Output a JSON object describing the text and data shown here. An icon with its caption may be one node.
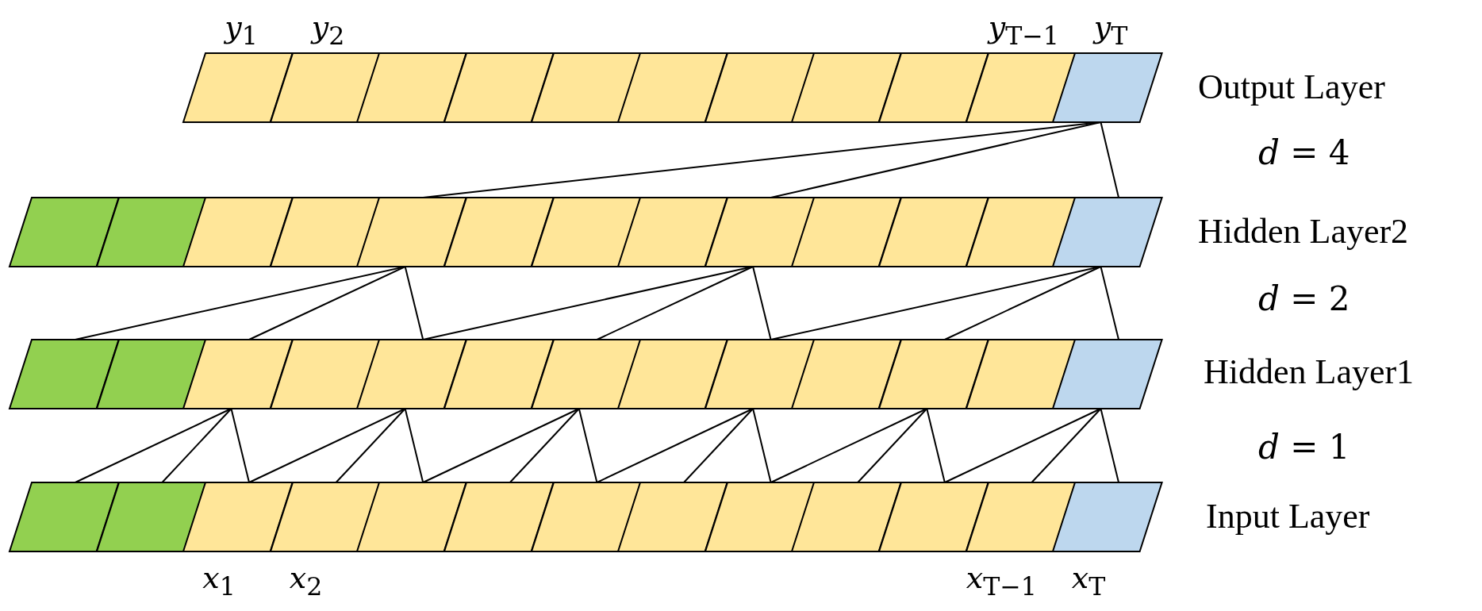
{
  "diagram": {
    "nodes": [
      {
        "text": [],
        "shape": "parallelogram",
        "beside": [
          "*y*$_{1}$"
        ]
      },
      {
        "text": [],
        "shape": "parallelogram",
        "beside": [
          "*y*$_{2}$"
        ]
      },
      {
        "text": [],
        "shape": "parallelogram"
      },
      {
        "text": [],
        "shape": "parallelogram"
      },
      {
        "text": [],
        "shape": "parallelogram"
      },
      {
        "text": [],
        "shape": "parallelogram"
      },
      {
        "text": [],
        "shape": "parallelogram"
      },
      {
        "text": [],
        "shape": "parallelogram"
      },
      {
        "text": [],
        "shape": "parallelogram"
      },
      {
        "text": [],
        "shape": "parallelogram",
        "beside": [
          "*y*$_{T−1}$"
        ]
      },
      {
        "text": [],
        "shape": "parallelogram",
        "beside": [
          "*y*$_{T}$"
        ]
      },
      {
        "text": [],
        "shape": "parallelogram"
      },
      {
        "text": [],
        "shape": "parallelogram"
      },
      {
        "text": [],
        "shape": "parallelogram"
      },
      {
        "text": [],
        "shape": "parallelogram"
      },
      {
        "text": [],
        "shape": "parallelogram"
      },
      {
        "text": [],
        "shape": "parallelogram"
      },
      {
        "text": [],
        "shape": "parallelogram"
      },
      {
        "text": [],
        "shape": "parallelogram"
      },
      {
        "text": [],
        "shape": "parallelogram"
      },
      {
        "text": [],
        "shape": "parallelogram"
      },
      {
        "text": [],
        "shape": "parallelogram"
      },
      {
        "text": [],
        "shape": "parallelogram"
      },
      {
        "text": [],
        "shape": "parallelogram"
      },
      {
        "text": [],
        "shape": "parallelogram"
      },
      {
        "text": [],
        "shape": "parallelogram"
      },
      {
        "text": [],
        "shape": "parallelogram"
      },
      {
        "text": [],
        "shape": "parallelogram"
      },
      {
        "text": [],
        "shape": "parallelogram"
      },
      {
        "text": [],
        "shape": "parallelogram"
      },
      {
        "text": [],
        "shape": "parallelogram"
      },
      {
        "text": [],
        "shape": "parallelogram"
      },
      {
        "text": [],
        "shape": "parallelogram"
      },
      {
        "text": [],
        "shape": "parallelogram"
      },
      {
        "text": [],
        "shape": "parallelogram"
      },
      {
        "text": [],
        "shape": "parallelogram"
      },
      {
        "text": [],
        "shape": "parallelogram"
      },
      {
        "text": [],
        "shape": "parallelogram"
      },
      {
        "text": [],
        "shape": "parallelogram"
      },
      {
        "text": [],
        "shape": "parallelogram",
        "beside": [
          "*x*$_{1}$"
        ]
      },
      {
        "text": [],
        "shape": "parallelogram",
        "beside": [
          "*x*$_{2}$"
        ]
      },
      {
        "text": [],
        "shape": "parallelogram"
      },
      {
        "text": [],
        "shape": "parallelogram"
      },
      {
        "text": [],
        "shape": "parallelogram"
      },
      {
        "text": [],
        "shape": "parallelogram"
      },
      {
        "text": [],
        "shape": "parallelogram"
      },
      {
        "text": [],
        "shape": "parallelogram"
      },
      {
        "text": [],
        "shape": "parallelogram"
      },
      {
        "text": [],
        "shape": "parallelogram",
        "beside": [
          "*x*$_{T−1}$"
        ]
      },
      {
        "text": [],
        "shape": "parallelogram",
        "beside": [
          "*x*$_{T}$"
        ]
      }
    ],
    "edges": [
      {
        "from": 37,
        "to": 26,
        "arrow": "none"
      },
      {
        "from": 38,
        "to": 26,
        "arrow": "none"
      },
      {
        "from": 39,
        "to": 26,
        "arrow": "none"
      },
      {
        "from": 39,
        "to": 28,
        "arrow": "none"
      },
      {
        "from": 40,
        "to": 28,
        "arrow": "none"
      },
      {
        "from": 41,
        "to": 28,
        "arrow": "none"
      },
      {
        "from": 41,
        "to": 30,
        "arrow": "none"
      },
      {
        "from": 42,
        "to": 30,
        "arrow": "none"
      },
      {
        "from": 43,
        "to": 30,
        "arrow": "none"
      },
      {
        "from": 43,
        "to": 32,
        "arrow": "none"
      },
      {
        "from": 44,
        "to": 32,
        "arrow": "none"
      },
      {
        "from": 45,
        "to": 32,
        "arrow": "none"
      },
      {
        "from": 45,
        "to": 34,
        "arrow": "none"
      },
      {
        "from": 46,
        "to": 34,
        "arrow": "none"
      },
      {
        "from": 47,
        "to": 34,
        "arrow": "none"
      },
      {
        "from": 47,
        "to": 36,
        "arrow": "none"
      },
      {
        "from": 48,
        "to": 36,
        "arrow": "none"
      },
      {
        "from": 49,
        "to": 36,
        "arrow": "none"
      },
      {
        "from": 24,
        "to": 15,
        "arrow": "none"
      },
      {
        "from": 26,
        "to": 15,
        "arrow": "none"
      },
      {
        "from": 28,
        "to": 15,
        "arrow": "none"
      },
      {
        "from": 28,
        "to": 19,
        "arrow": "none"
      },
      {
        "from": 30,
        "to": 19,
        "arrow": "none"
      },
      {
        "from": 32,
        "to": 19,
        "arrow": "none"
      },
      {
        "from": 32,
        "to": 23,
        "arrow": "none"
      },
      {
        "from": 34,
        "to": 23,
        "arrow": "none"
      },
      {
        "from": 36,
        "to": 23,
        "arrow": "none"
      },
      {
        "from": 15,
        "to": 10,
        "arrow": "none"
      },
      {
        "from": 19,
        "to": 10,
        "arrow": "none"
      },
      {
        "from": 23,
        "to": 10,
        "arrow": "none"
      }
    ],
    "labels": [
      "Output Layer",
      "*d* = 4",
      "Hidden Layer2",
      "*d* = 2",
      "Hidden Layer1",
      "*d* = 1",
      "Input Layer"
    ]
  }
}
